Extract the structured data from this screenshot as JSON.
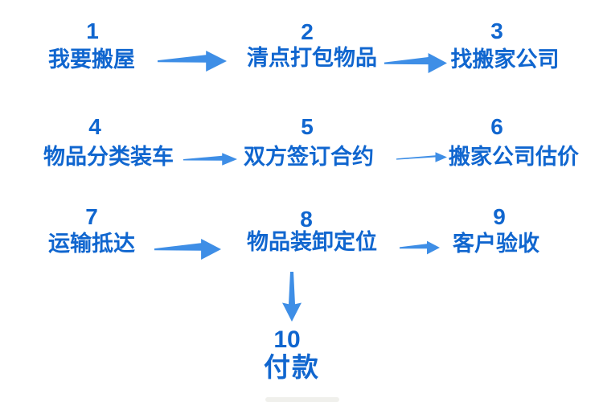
{
  "colors": {
    "text_blue": "#1066cf",
    "arrow_blue": "#3e8ee6",
    "background": "#ffffff"
  },
  "flowchart": {
    "steps": [
      {
        "number": "1",
        "label": "我要搬屋"
      },
      {
        "number": "2",
        "label": "清点打包物品"
      },
      {
        "number": "3",
        "label": "找搬家公司"
      },
      {
        "number": "4",
        "label": "物品分类装车"
      },
      {
        "number": "5",
        "label": "双方签订合约"
      },
      {
        "number": "6",
        "label": "搬家公司估价"
      },
      {
        "number": "7",
        "label": "运输抵达"
      },
      {
        "number": "8",
        "label": "物品装卸定位"
      },
      {
        "number": "9",
        "label": "客户验收"
      },
      {
        "number": "10",
        "label": "付款"
      }
    ]
  }
}
